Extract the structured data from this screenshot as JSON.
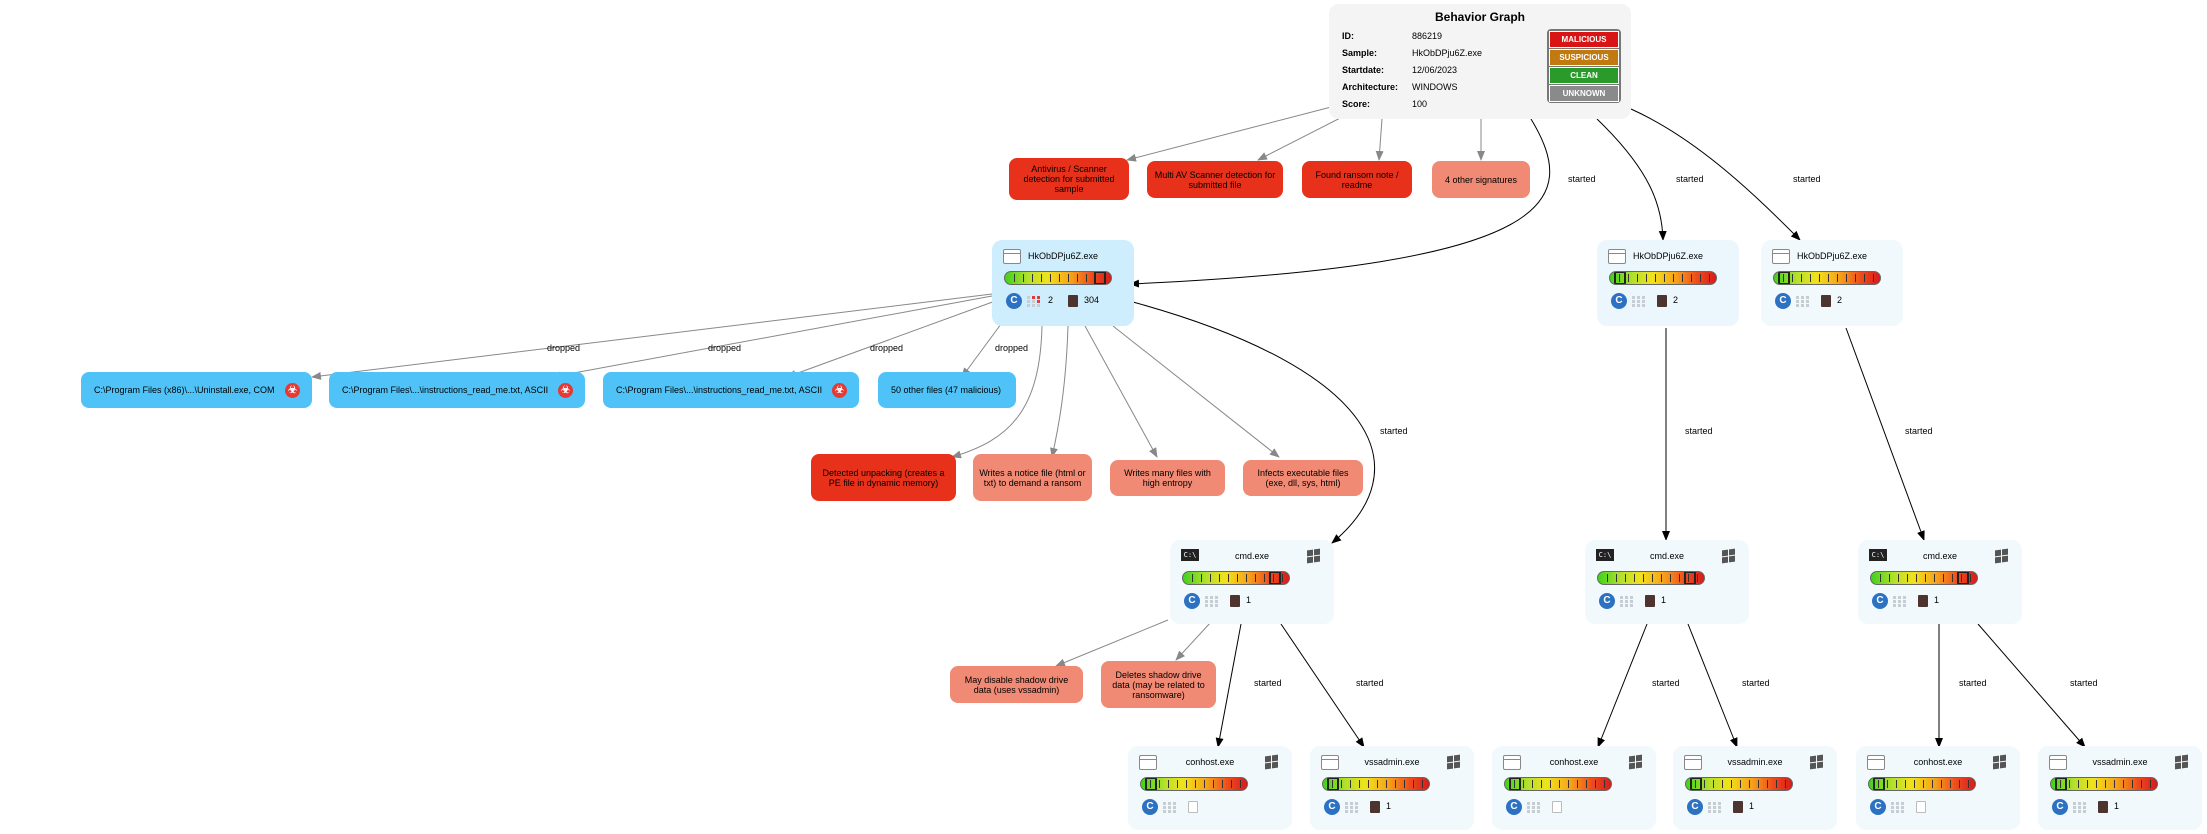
{
  "graph_title": "Behavior Graph",
  "info": {
    "id_label": "ID:",
    "id": "886219",
    "sample_label": "Sample:",
    "sample": "HkObDPju6Z.exe",
    "startdate_label": "Startdate:",
    "startdate": "12/06/2023",
    "arch_label": "Architecture:",
    "arch": "WINDOWS",
    "score_label": "Score:",
    "score": "100"
  },
  "legend": {
    "malicious": "MALICIOUS",
    "suspicious": "SUSPICIOUS",
    "clean": "CLEAN",
    "unknown": "UNKNOWN"
  },
  "colors": {
    "malicious": "#e8311a",
    "suspicious": "#f08a74",
    "file": "#4fc3f7",
    "process_main": "#cfeefd",
    "process": "#f1f9fd"
  },
  "root_signatures": [
    "Antivirus / Scanner detection for submitted sample",
    "Multi AV Scanner detection for submitted file",
    "Found ransom note / readme",
    "4 other signatures"
  ],
  "main_signatures": [
    "Detected unpacking (creates a PE file in dynamic memory)",
    "Writes a notice file (html or txt) to demand a ransom",
    "Writes many files with high entropy",
    "Infects executable files (exe, dll, sys, html)"
  ],
  "cmd_signatures": [
    "May disable shadow drive data (uses vssadmin)",
    "Deletes shadow drive data (may be related to ransomware)"
  ],
  "dropped_files": [
    "C:\\Program Files (x86)\\...\\Uninstall.exe, COM",
    "C:\\Program Files\\...\\instructions_read_me.txt, ASCII",
    "C:\\Program Files\\...\\instructions_read_me.txt, ASCII",
    "50 other files (47 malicious)"
  ],
  "edge_labels": {
    "started": "started",
    "dropped": "dropped"
  },
  "processes": {
    "main": {
      "name": "HkObDPju6Z.exe",
      "threads": "2",
      "files": "304"
    },
    "sample2": {
      "name": "HkObDPju6Z.exe",
      "files": "2"
    },
    "sample3": {
      "name": "HkObDPju6Z.exe",
      "files": "2"
    },
    "cmd1": {
      "name": "cmd.exe",
      "files": "1"
    },
    "cmd2": {
      "name": "cmd.exe",
      "files": "1"
    },
    "cmd3": {
      "name": "cmd.exe",
      "files": "1"
    },
    "conhost1": {
      "name": "conhost.exe"
    },
    "vssadmin1": {
      "name": "vssadmin.exe",
      "files": "1"
    },
    "conhost2": {
      "name": "conhost.exe"
    },
    "vssadmin2": {
      "name": "vssadmin.exe",
      "files": "1"
    },
    "conhost3": {
      "name": "conhost.exe"
    },
    "vssadmin3": {
      "name": "vssadmin.exe",
      "files": "1"
    }
  },
  "icons": {
    "file_icon": "window-icon",
    "cmd_icon": "cmd-icon",
    "os_icon": "windows-icon",
    "lang_icon": "cpp-icon",
    "threat_icon": "biohazard-icon"
  }
}
